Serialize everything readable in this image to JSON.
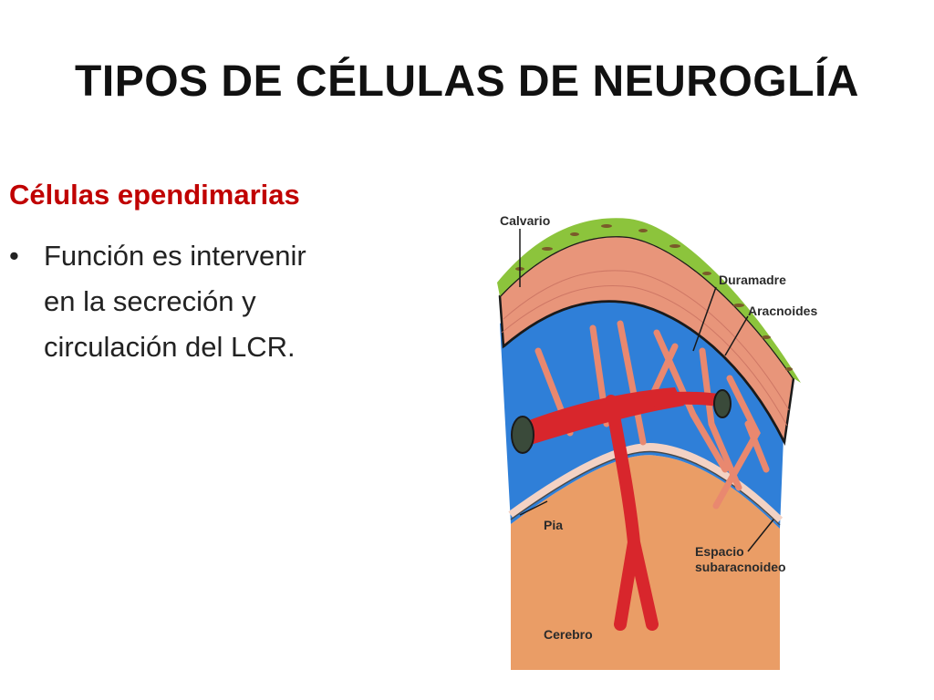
{
  "slide": {
    "title": "TIPOS DE CÉLULAS DE NEUROGLÍA",
    "subtitle": "Células ependimarias",
    "bullets": [
      {
        "marker": "•",
        "text": "Función es intervenir\nen la secreción y\ncirculación del LCR."
      }
    ]
  },
  "diagram": {
    "labels": {
      "calvario": "Calvario",
      "duramadre": "Duramadre",
      "aracnoides": "Aracnoides",
      "pia": "Pia",
      "espacio_line1": "Espacio",
      "espacio_line2": "subaracnoideo",
      "cerebro": "Cerebro"
    },
    "colors": {
      "calvario": "#8cc43c",
      "duramadre": "#e8957a",
      "subarachnoid": "#2f7fd8",
      "pia": "#f3d2c4",
      "cerebro": "#ea9d66",
      "vessel": "#d8262c",
      "trabeculae": "#e9886f",
      "title_text": "#111111",
      "subtitle_text": "#c00000"
    }
  }
}
